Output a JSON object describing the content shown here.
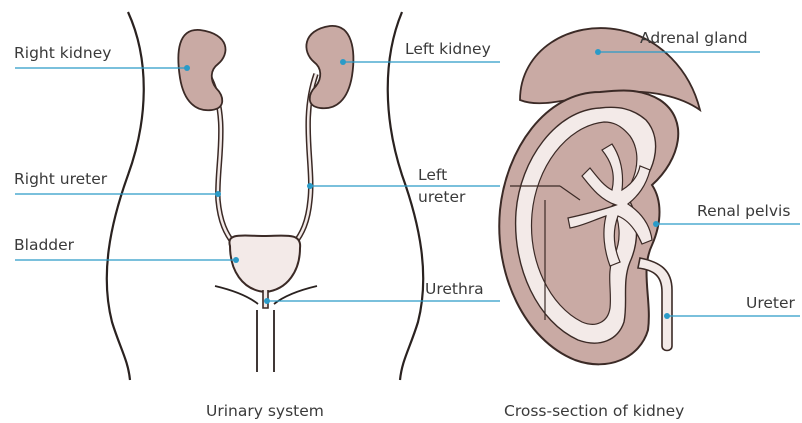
{
  "labels": {
    "right_kidney": "Right kidney",
    "left_kidney": "Left kidney",
    "right_ureter": "Right ureter",
    "left_ureter_line1": "Left",
    "left_ureter_line2": "ureter",
    "bladder": "Bladder",
    "urethra": "Urethra",
    "adrenal_gland": "Adrenal gland",
    "renal_pelvis": "Renal pelvis",
    "ureter": "Ureter"
  },
  "captions": {
    "urinary_system": "Urinary system",
    "cross_section": "Cross-section of kidney"
  },
  "colors": {
    "organ_fill": "#c9aaa4",
    "organ_light": "#f3eae8",
    "outline": "#3b2a26",
    "body_outline": "#2a2220",
    "leader_line": "#2a9bc8",
    "text": "#3a3a3a"
  }
}
